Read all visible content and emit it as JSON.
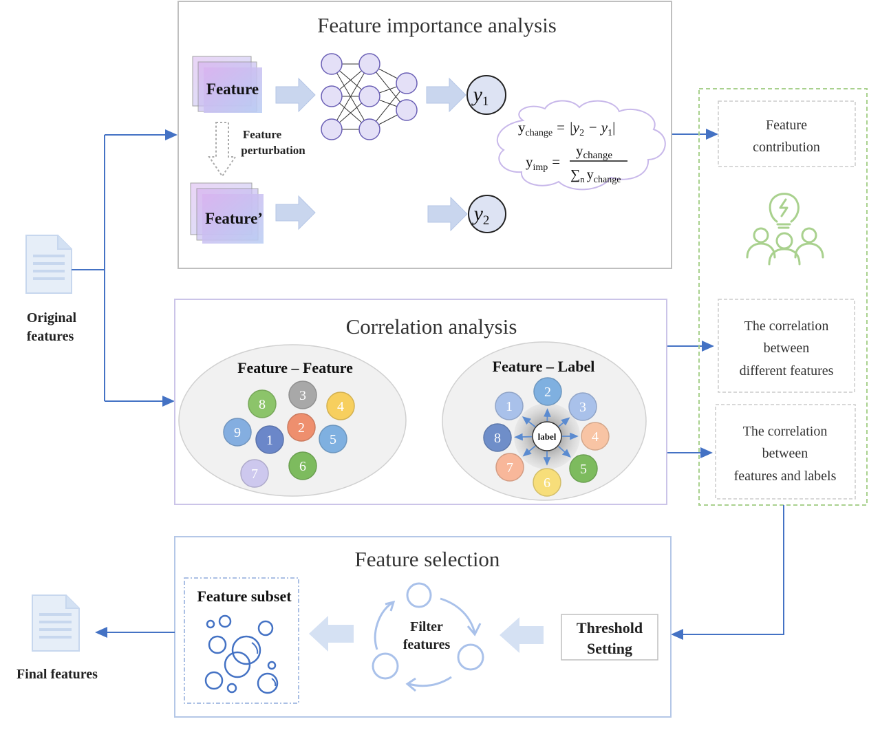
{
  "left": {
    "original_label_line1": "Original",
    "original_label_line2": "features",
    "final_label": "Final features"
  },
  "importance": {
    "title": "Feature importance analysis",
    "feature_label": "Feature",
    "perturbed_label": "Feature’",
    "perturbation_line1": "Feature",
    "perturbation_line2": "perturbation",
    "y1_main": "y",
    "y1_sub": "1",
    "y2_main": "y",
    "y2_sub": "2",
    "formula": {
      "y": "y",
      "change": "change",
      "eq": "=",
      "abs_expr": "|y",
      "sub2": "2",
      "minus": " − y",
      "sub1": "1",
      "abs_close": "|",
      "imp": "imp",
      "sum": "∑",
      "n": "n"
    }
  },
  "correlation": {
    "title": "Correlation analysis",
    "ff_label": "Feature – Feature",
    "fl_label": "Feature – Label",
    "center_label": "label",
    "ff_circles": [
      {
        "n": "1",
        "color": "#6b87c9"
      },
      {
        "n": "2",
        "color": "#ee8f6e"
      },
      {
        "n": "3",
        "color": "#a8a8a8"
      },
      {
        "n": "4",
        "color": "#f7cf5e"
      },
      {
        "n": "5",
        "color": "#7fb0e0"
      },
      {
        "n": "6",
        "color": "#7dbb5e"
      },
      {
        "n": "7",
        "color": "#cdc8ee"
      },
      {
        "n": "8",
        "color": "#8cc46a"
      },
      {
        "n": "9",
        "color": "#84aee0"
      }
    ],
    "fl_circles": [
      {
        "n": "1",
        "color": "#a9c1ea"
      },
      {
        "n": "2",
        "color": "#7fb0e0"
      },
      {
        "n": "3",
        "color": "#a9c1ea"
      },
      {
        "n": "4",
        "color": "#f8c4a4"
      },
      {
        "n": "5",
        "color": "#7dbb5e"
      },
      {
        "n": "6",
        "color": "#f7de7a"
      },
      {
        "n": "7",
        "color": "#f8b79a"
      },
      {
        "n": "8",
        "color": "#6f8ec9"
      }
    ]
  },
  "selection": {
    "title": "Feature selection",
    "subset_label": "Feature subset",
    "filter_line1": "Filter",
    "filter_line2": "features",
    "threshold_line1": "Threshold",
    "threshold_line2": "Setting"
  },
  "right": {
    "contribution_line1": "Feature",
    "contribution_line2": "contribution",
    "corr_features_line1": "The correlation",
    "corr_features_line2": "between",
    "corr_features_line3": "different features",
    "corr_labels_line1": "The correlation",
    "corr_labels_line2": "between",
    "corr_labels_line3": "features and labels"
  },
  "colors": {
    "arrow_blue": "#4472c4",
    "box_border": "#bfbfbf",
    "green_dash": "#a9d18e",
    "light_blue_arrow": "#c9d6ee",
    "purple_light": "#d8c8f0"
  }
}
